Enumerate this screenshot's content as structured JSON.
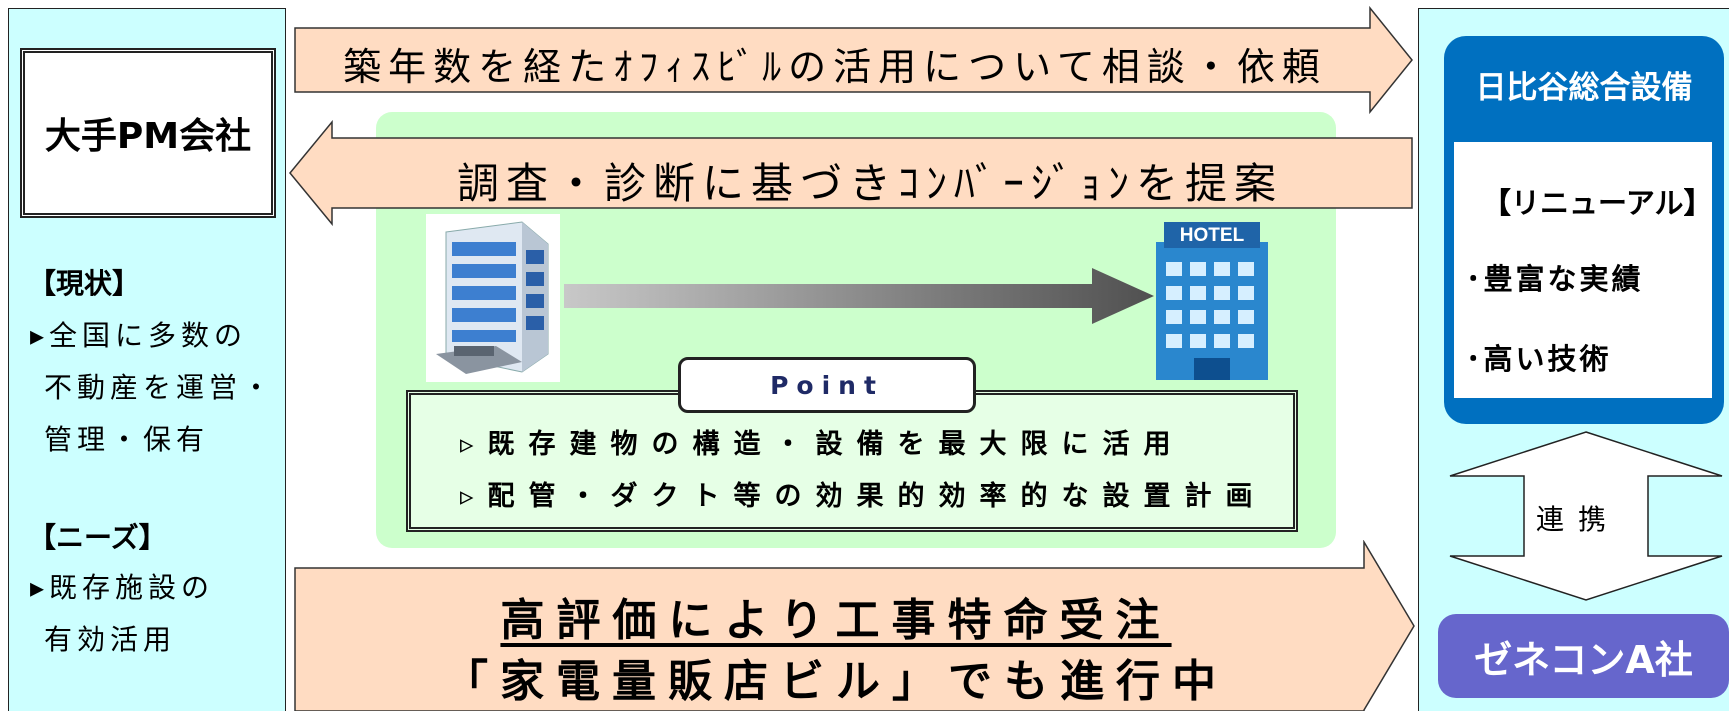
{
  "left": {
    "company": "大手PM会社",
    "status_heading": "【現状】",
    "status_lines": [
      "▸全国に多数の",
      "不動産を運営・",
      "管理・保有"
    ],
    "needs_heading": "【ニーズ】",
    "needs_lines": [
      "▸既存施設の",
      "有効活用"
    ]
  },
  "arrows": {
    "top": "築年数を経たｵﾌｨｽﾋﾞﾙの活用について相談・依頼",
    "middle": "調査・診断に基づきｺﾝﾊﾞｰｼﾞｮﾝを提案",
    "bottom_line1": "高評価により工事特命受注",
    "bottom_line2": "「家電量販店ビル」でも進行中"
  },
  "point": {
    "label": "Point",
    "items": [
      "▹既存建物の構造・設備を最大限に活用",
      "▹配管・ダクト等の効果的効率的な設置計画"
    ]
  },
  "right": {
    "company": "日比谷総合設備",
    "heading": "【リニューアル】",
    "features": [
      "･豊富な実績",
      "･高い技術"
    ],
    "cooperation": "連携",
    "partner": "ゼネコンA社"
  },
  "hotel_sign": "HOTEL"
}
